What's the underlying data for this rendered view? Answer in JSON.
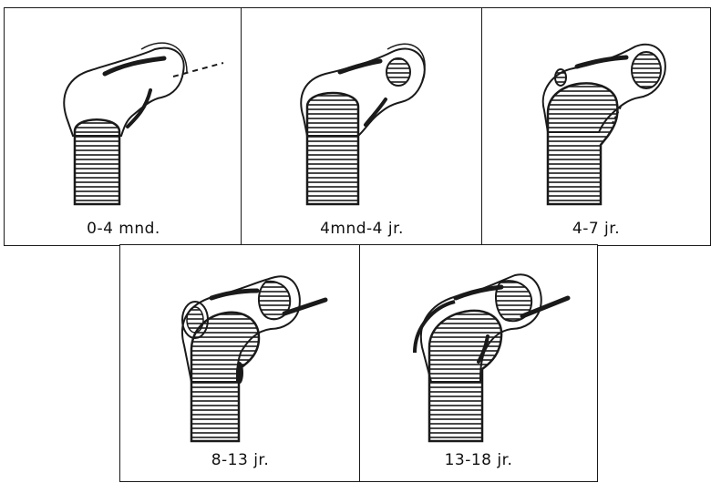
{
  "panels": [
    {
      "id": "p1",
      "caption": "0-4 mnd."
    },
    {
      "id": "p2",
      "caption": "4mnd-4 jr."
    },
    {
      "id": "p3",
      "caption": "4-7 jr."
    },
    {
      "id": "p4",
      "caption": "8-13 jr."
    },
    {
      "id": "p5",
      "caption": "13-18 jr."
    }
  ],
  "colors": {
    "ink": "#1a1a1a",
    "paper": "#ffffff"
  }
}
